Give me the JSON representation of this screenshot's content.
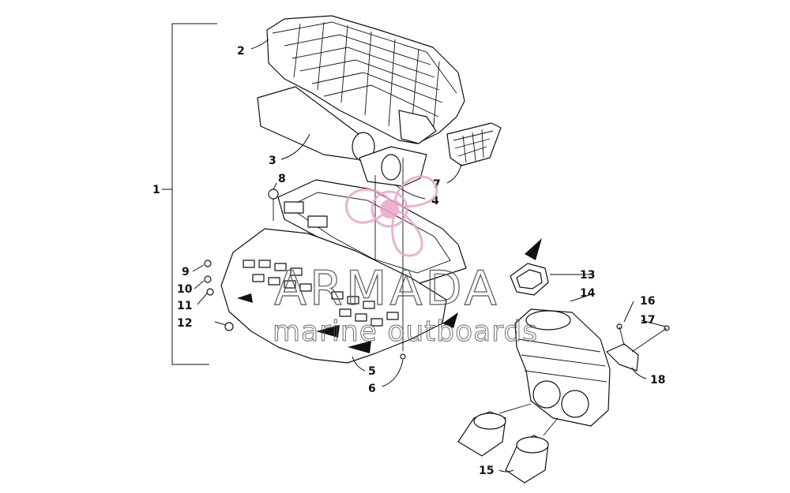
{
  "diagram": {
    "callouts": {
      "c1": "1",
      "c2": "2",
      "c3": "3",
      "c4": "4",
      "c5": "5",
      "c6": "6",
      "c7": "7",
      "c8": "8",
      "c9": "9",
      "c10": "10",
      "c11": "11",
      "c12": "12",
      "c13": "13",
      "c14": "14",
      "c15": "15",
      "c16": "16",
      "c17": "17",
      "c18": "18"
    }
  },
  "watermark": {
    "brand": "ARMADA",
    "tagline": "marine outboards",
    "accent_color": "#e8a6c8"
  }
}
